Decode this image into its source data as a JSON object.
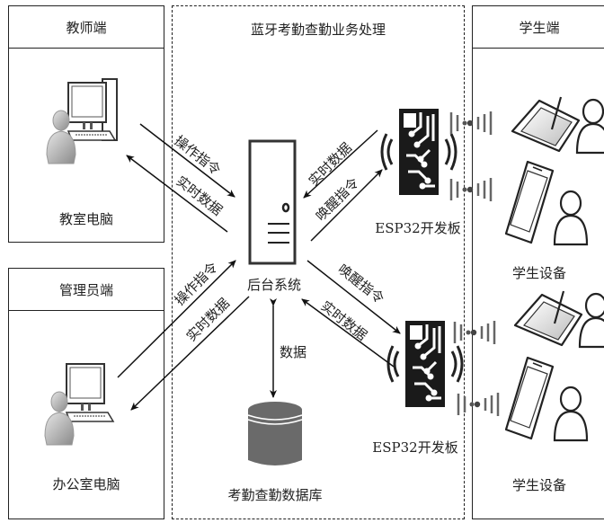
{
  "panels": {
    "teacher": {
      "title": "教师端",
      "device_label": "教室电脑"
    },
    "admin": {
      "title": "管理员端",
      "device_label": "办公室电脑"
    },
    "center": {
      "title": "蓝牙考勤查勤业务处理"
    },
    "student": {
      "title": "学生端",
      "device_label_top": "学生设备",
      "device_label_bottom": "学生设备"
    }
  },
  "nodes": {
    "server": "后台系统",
    "database": "考勤查勤数据库",
    "esp32_top": "ESP32开发板",
    "esp32_bottom": "ESP32开发板"
  },
  "flows": {
    "teacher_to_server": "操作指令",
    "server_to_teacher": "实时数据",
    "admin_to_server": "操作指令",
    "server_to_admin": "实时数据",
    "esp_top_to_server": "实时数据",
    "server_to_esp_top": "唤醒指令",
    "server_to_esp_bottom": "唤醒指令",
    "esp_bottom_to_server": "实时数据",
    "server_db": "数据"
  },
  "icons": {
    "teacher_pc": "person-desktop-computer-icon",
    "admin_pc": "person-desktop-computer-icon",
    "server": "server-tower-icon",
    "database": "database-cylinder-icon",
    "esp32": "circuit-board-icon",
    "tablet": "tablet-with-stylus-icon",
    "phone": "smartphone-icon",
    "student": "person-icon",
    "signal": "bluetooth-signal-waves-icon"
  }
}
